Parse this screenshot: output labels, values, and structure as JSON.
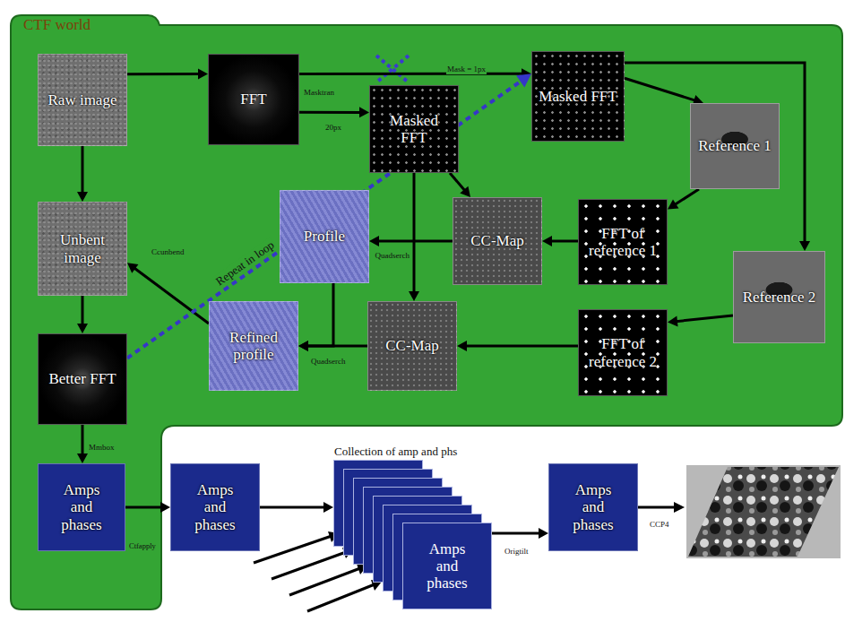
{
  "diagram": {
    "nodes": [
      {
        "text": [
          "CTF world"
        ]
      },
      {
        "text": [
          "Raw image"
        ],
        "in": 0
      },
      {
        "text": [
          "FFT"
        ],
        "in": 0
      },
      {
        "text": [
          "Masked FFT"
        ],
        "in": 0
      },
      {
        "text": [
          "Masked FFT"
        ],
        "in": 0
      },
      {
        "text": [
          "Reference 1"
        ],
        "in": 0
      },
      {
        "text": [
          "Unbent image"
        ],
        "in": 0
      },
      {
        "text": [
          "Profile"
        ],
        "in": 0
      },
      {
        "text": [
          "CC-Map"
        ],
        "in": 0
      },
      {
        "text": [
          "FFT of reference 1"
        ],
        "in": 0
      },
      {
        "text": [
          "Reference 2"
        ],
        "in": 0
      },
      {
        "text": [
          "Refined profile"
        ],
        "in": 0
      },
      {
        "text": [
          "CC-Map"
        ],
        "in": 0
      },
      {
        "text": [
          "FFT of reference 2"
        ],
        "in": 0
      },
      {
        "text": [
          "Better FFT"
        ],
        "in": 0
      },
      {
        "text": [
          "Amps and phases"
        ],
        "in": 0
      },
      {
        "text": [
          "Amps and phases"
        ]
      },
      {
        "text": [
          "Amps and phases"
        ]
      },
      {
        "text": [
          "Amps and phases"
        ]
      }
    ],
    "edges": [
      {
        "from": 1,
        "to": 2,
        "arrow": "to"
      },
      {
        "from": 2,
        "to": 3,
        "label": "Masktran",
        "arrow": "to"
      },
      {
        "from": 2,
        "to": 4,
        "label": "Mask = 1px",
        "arrow": "to"
      },
      {
        "from": 4,
        "to": 5,
        "arrow": "to"
      },
      {
        "from": 4,
        "to": 10,
        "arrow": "to"
      },
      {
        "from": 3,
        "to": 8,
        "arrow": "to"
      },
      {
        "from": 3,
        "to": 12,
        "label": "Quadserch",
        "arrow": "to"
      },
      {
        "from": 5,
        "to": 9,
        "arrow": "to"
      },
      {
        "from": 9,
        "to": 8,
        "arrow": "to"
      },
      {
        "from": 8,
        "to": 7,
        "arrow": "to"
      },
      {
        "from": 10,
        "to": 13,
        "arrow": "to"
      },
      {
        "from": 13,
        "to": 12,
        "arrow": "to"
      },
      {
        "from": 12,
        "to": 11,
        "label": "Quadserch",
        "arrow": "to"
      },
      {
        "from": 7,
        "to": 11,
        "arrow": "to"
      },
      {
        "from": 11,
        "to": 6,
        "label": "Ccunbend",
        "arrow": "to"
      },
      {
        "from": 1,
        "to": 6,
        "arrow": "to"
      },
      {
        "from": 6,
        "to": 14,
        "arrow": "to"
      },
      {
        "from": 14,
        "to": 15,
        "label": "Mmbox",
        "arrow": "to"
      },
      {
        "from": 15,
        "to": 16,
        "label": "Ctfapply",
        "arrow": "to"
      },
      {
        "from": 16,
        "to": 17,
        "arrow": "to"
      },
      {
        "from": 17,
        "to": 18,
        "label": "Origtilt",
        "arrow": "to"
      },
      {
        "from": 14,
        "to": 4,
        "label": "Repeat in loop",
        "arrow": "to"
      }
    ],
    "labels": [
      "20px",
      "Collection of amp and phs",
      "CCP4"
    ]
  }
}
